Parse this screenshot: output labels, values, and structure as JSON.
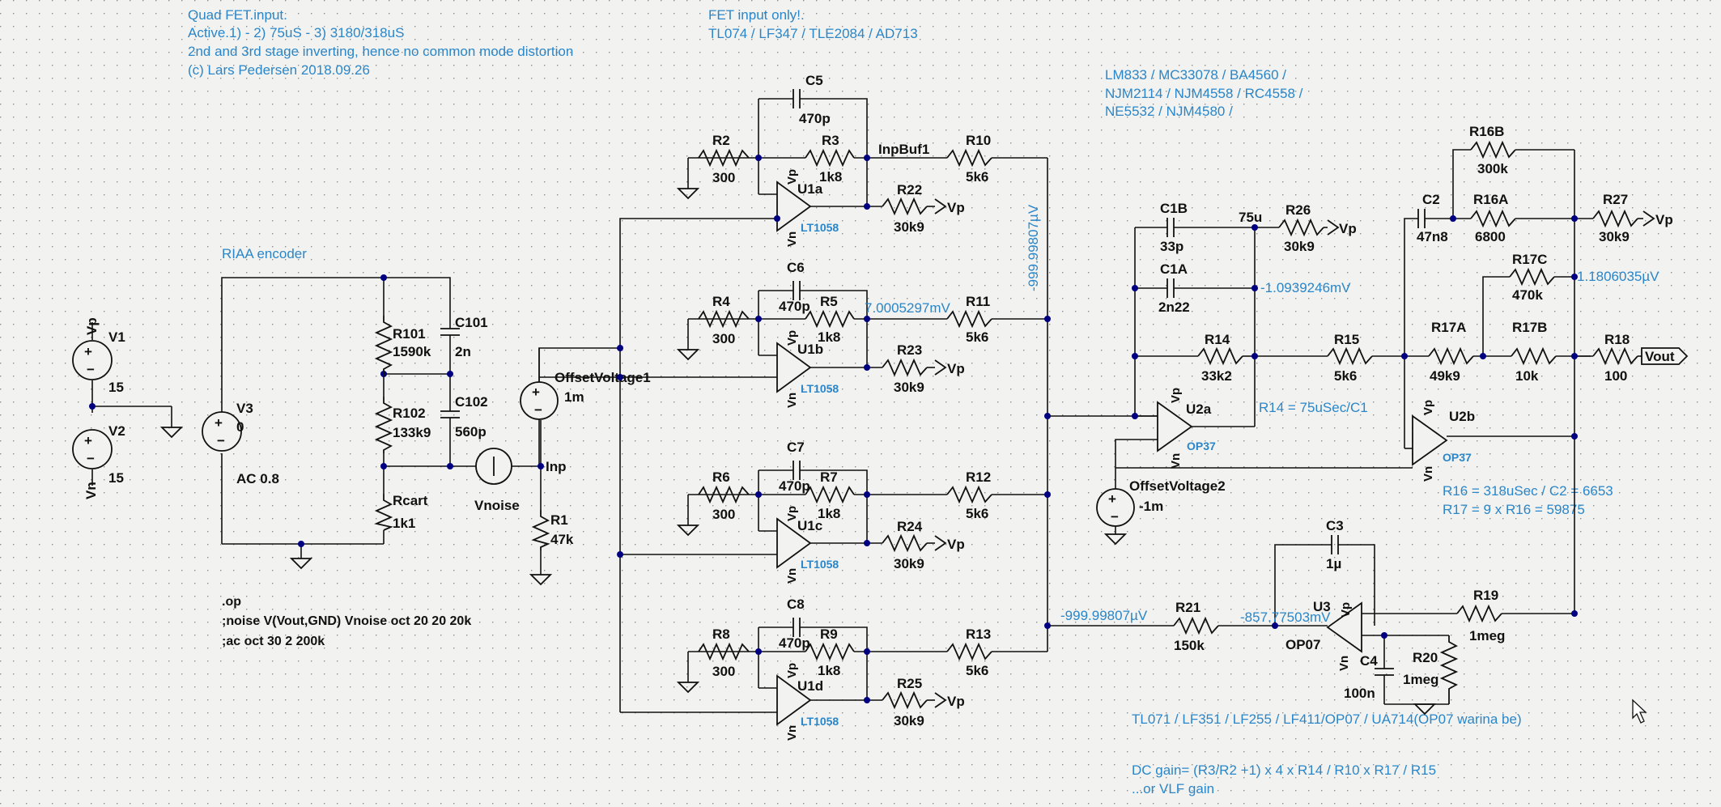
{
  "notes": {
    "header_left": [
      "Quad FET.input.",
      "Active.1) - 2) 75uS - 3) 3180/318uS",
      "2nd and 3rd stage inverting, hence no common mode distortion",
      "(c) Lars Pedersen  2018.09.26"
    ],
    "header_mid": [
      "FET input only!.",
      "TL074 / LF347 / TLE2084 / AD713"
    ],
    "opamp_list": [
      "LM833 / MC33078 / BA4560 /",
      "NJM2114 / NJM4558 / RC4558 /",
      "NE5532 / NJM4580 /"
    ],
    "riaa_encoder": "RIAA encoder",
    "r14_formula": "R14 = 75uSec/C1",
    "r16_formula": "R16 = 318uSec / C2 = 6653",
    "r17_formula": "R17 = 9 x R16 = 59875",
    "servo_opamps": "TL071 / LF351 / LF255 / LF411/OP07 / UA714(OP07 warina be)",
    "dc_gain": "DC gain= (R3/R2 +1) x 4 x R14 / R10  x R17 / R15",
    "vlf_gain": "...or VLF gain"
  },
  "directives": [
    ".op",
    ";noise V(Vout,GND) Vnoise oct 20 20 20k",
    ";ac oct 30 2 200k"
  ],
  "voltages": {
    "inpbuf_sum": "-999.99807µV",
    "u1b_out": "7.0005297mV",
    "c1a_node": "-1.0939246mV",
    "r17c_node": "1.1806035µV",
    "r21_in": "-999.99807µV",
    "u3_in": "-857.77503mV"
  },
  "components": {
    "V1": {
      "name": "V1",
      "value": "15"
    },
    "V2": {
      "name": "V2",
      "value": "15"
    },
    "V3": {
      "name": "V3",
      "value": "0",
      "ac": "AC 0.8"
    },
    "R101": {
      "name": "R101",
      "value": "1590k"
    },
    "C101": {
      "name": "C101",
      "value": "2n"
    },
    "R102": {
      "name": "R102",
      "value": "133k9"
    },
    "C102": {
      "name": "C102",
      "value": "560p"
    },
    "Rcart": {
      "name": "Rcart",
      "value": "1k1"
    },
    "Vnoise": {
      "name": "Vnoise"
    },
    "OffsetVoltage1": {
      "name": "OffsetVoltage1",
      "value": "1m"
    },
    "R1": {
      "name": "R1",
      "value": "47k"
    },
    "OffsetVoltage2": {
      "name": "OffsetVoltage2",
      "value": "-1m"
    },
    "stages": [
      {
        "rg": "R2",
        "rg_val": "300",
        "c": "C5",
        "c_val": "470p",
        "rf": "R3",
        "rf_val": "1k8",
        "u": "U1a",
        "part": "LT1058",
        "rp": "R22",
        "rp_val": "30k9",
        "rs": "R10",
        "rs_val": "5k6"
      },
      {
        "rg": "R4",
        "rg_val": "300",
        "c": "C6",
        "c_val": "470p",
        "rf": "R5",
        "rf_val": "1k8",
        "u": "U1b",
        "part": "LT1058",
        "rp": "R23",
        "rp_val": "30k9",
        "rs": "R11",
        "rs_val": "5k6"
      },
      {
        "rg": "R6",
        "rg_val": "300",
        "c": "C7",
        "c_val": "470p",
        "rf": "R7",
        "rf_val": "1k8",
        "u": "U1c",
        "part": "LT1058",
        "rp": "R24",
        "rp_val": "30k9",
        "rs": "R12",
        "rs_val": "5k6"
      },
      {
        "rg": "R8",
        "rg_val": "300",
        "c": "C8",
        "c_val": "470p",
        "rf": "R9",
        "rf_val": "1k8",
        "u": "U1d",
        "part": "LT1058",
        "rp": "R25",
        "rp_val": "30k9",
        "rs": "R13",
        "rs_val": "5k6"
      }
    ],
    "C1B": {
      "name": "C1B",
      "value": "33p"
    },
    "C1A": {
      "name": "C1A",
      "value": "2n22"
    },
    "R14": {
      "name": "R14",
      "value": "33k2"
    },
    "R15": {
      "name": "R15",
      "value": "5k6"
    },
    "R26": {
      "name": "R26",
      "value": "30k9"
    },
    "U2a": {
      "name": "U2a",
      "part": "OP37"
    },
    "C2": {
      "name": "C2",
      "value": "47n8"
    },
    "R16B": {
      "name": "R16B",
      "value": "300k"
    },
    "R16A": {
      "name": "R16A",
      "value": "6800"
    },
    "R27": {
      "name": "R27",
      "value": "30k9"
    },
    "R17C": {
      "name": "R17C",
      "value": "470k"
    },
    "R17A": {
      "name": "R17A",
      "value": "49k9"
    },
    "R17B": {
      "name": "R17B",
      "value": "10k"
    },
    "R18": {
      "name": "R18",
      "value": "100"
    },
    "U2b": {
      "name": "U2b",
      "part": "OP37"
    },
    "C3": {
      "name": "C3",
      "value": "1µ"
    },
    "U3": {
      "name": "U3",
      "part": "OP07"
    },
    "R19": {
      "name": "R19",
      "value": "1meg"
    },
    "R21": {
      "name": "R21",
      "value": "150k"
    },
    "C4": {
      "name": "C4",
      "value": "100n"
    },
    "R20": {
      "name": "R20",
      "value": "1meg"
    }
  },
  "nets": {
    "vp": "Vp",
    "vn": "Vn",
    "inp": "Inp",
    "inpbuf1": "InpBuf1",
    "node_75u": "75u",
    "vout": "Vout"
  }
}
